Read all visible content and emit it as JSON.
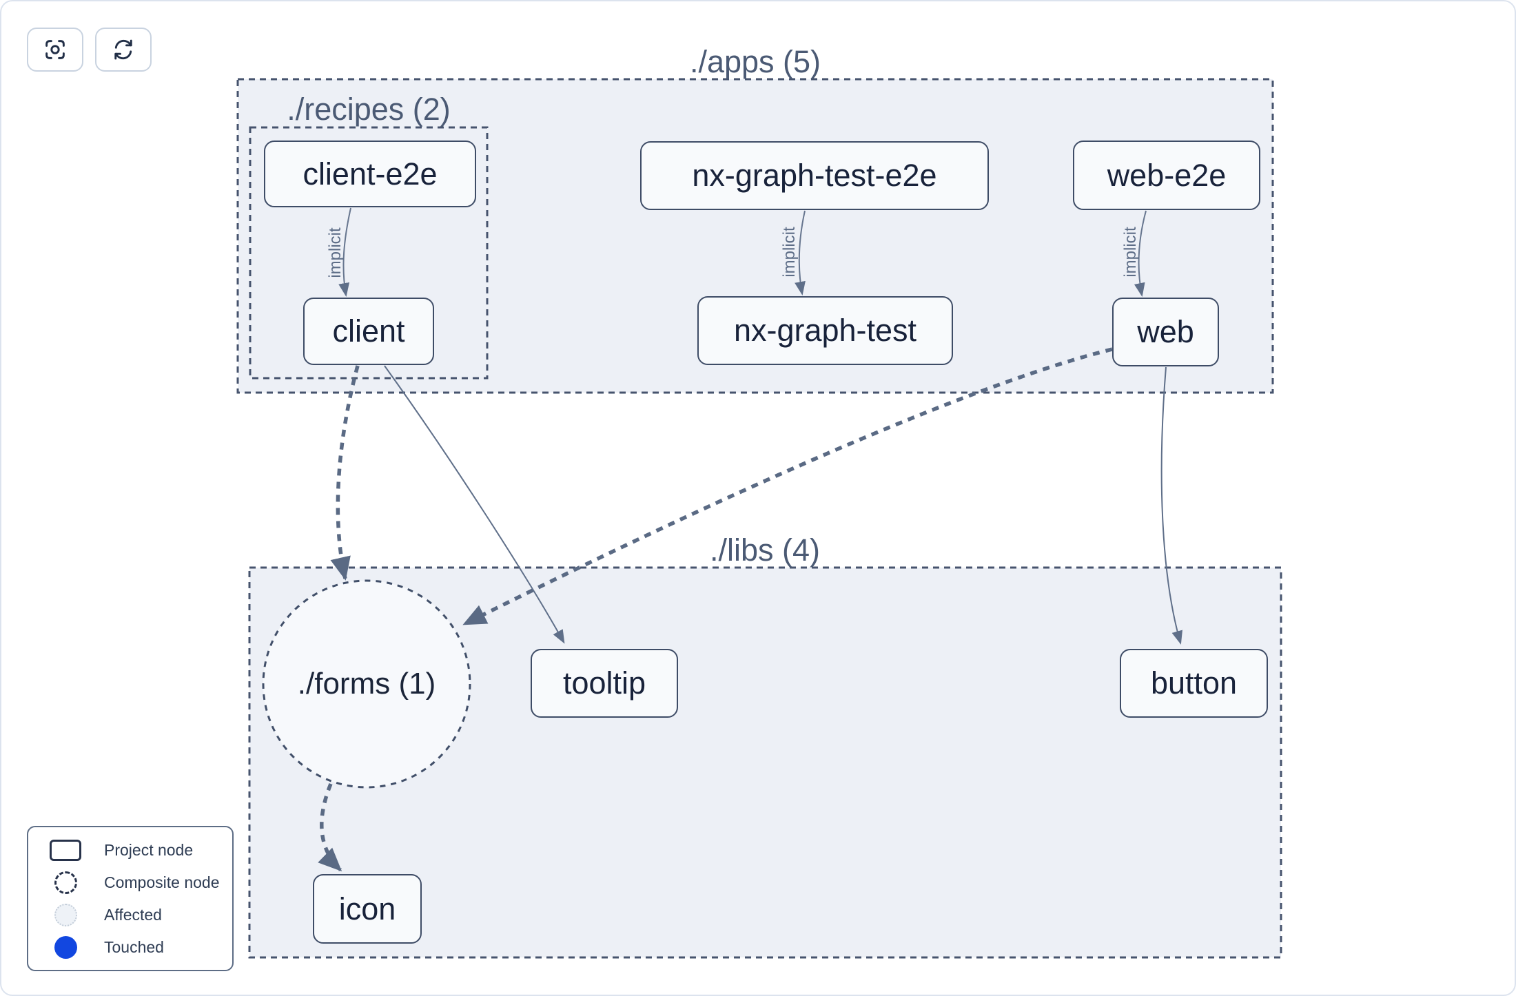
{
  "toolbar": {
    "buttons": [
      {
        "name": "focus-graph",
        "icon": "focus-crosshair-icon"
      },
      {
        "name": "refresh-graph",
        "icon": "refresh-icon"
      }
    ]
  },
  "graph": {
    "groups": [
      {
        "id": "apps",
        "label": "./apps (5)",
        "count": 5
      },
      {
        "id": "recipes",
        "label": "./recipes (2)",
        "count": 2
      },
      {
        "id": "libs",
        "label": "./libs (4)",
        "count": 4
      }
    ],
    "composite_nodes": [
      {
        "id": "forms",
        "label": "./forms (1)",
        "count": 1
      }
    ],
    "project_nodes": [
      {
        "id": "client-e2e",
        "label": "client-e2e",
        "group": "recipes"
      },
      {
        "id": "nx-graph-test-e2e",
        "label": "nx-graph-test-e2e",
        "group": "apps"
      },
      {
        "id": "web-e2e",
        "label": "web-e2e",
        "group": "apps"
      },
      {
        "id": "client",
        "label": "client",
        "group": "recipes"
      },
      {
        "id": "nx-graph-test",
        "label": "nx-graph-test",
        "group": "apps"
      },
      {
        "id": "web",
        "label": "web",
        "group": "apps"
      },
      {
        "id": "tooltip",
        "label": "tooltip",
        "group": "libs"
      },
      {
        "id": "button",
        "label": "button",
        "group": "libs"
      },
      {
        "id": "icon",
        "label": "icon",
        "group": "libs"
      }
    ],
    "edges": [
      {
        "from": "client-e2e",
        "to": "client",
        "type": "implicit",
        "label": "implicit",
        "style": "thin-solid"
      },
      {
        "from": "nx-graph-test-e2e",
        "to": "nx-graph-test",
        "type": "implicit",
        "label": "implicit",
        "style": "thin-solid"
      },
      {
        "from": "web-e2e",
        "to": "web",
        "type": "implicit",
        "label": "implicit",
        "style": "thin-solid"
      },
      {
        "from": "client",
        "to": "./forms (1)",
        "type": "dependency",
        "label": "",
        "style": "thick-dashed"
      },
      {
        "from": "client",
        "to": "tooltip",
        "type": "dependency",
        "label": "",
        "style": "thin-solid"
      },
      {
        "from": "web",
        "to": "./forms (1)",
        "type": "dependency",
        "label": "",
        "style": "thick-dashed"
      },
      {
        "from": "web",
        "to": "button",
        "type": "dependency",
        "label": "",
        "style": "thin-solid"
      },
      {
        "from": "./forms (1)",
        "to": "icon",
        "type": "dependency",
        "label": "",
        "style": "thick-dashed"
      }
    ]
  },
  "legend": {
    "items": [
      {
        "label": "Project node",
        "swatch": "rect-outline"
      },
      {
        "label": "Composite node",
        "swatch": "dashed-circle"
      },
      {
        "label": "Affected",
        "swatch": "light-dotted-circle"
      },
      {
        "label": "Touched",
        "swatch": "blue-circle"
      }
    ]
  },
  "colors": {
    "touched_blue": "#1247e0",
    "container_fill": "#edf0f6",
    "container_border": "#46536d",
    "node_fill": "#f8fafc",
    "node_border": "#3e4c66",
    "node_text": "#18223a",
    "group_label": "#4b5a74",
    "edge": "#5f6f89",
    "thick_edge": "#5a6a84"
  }
}
